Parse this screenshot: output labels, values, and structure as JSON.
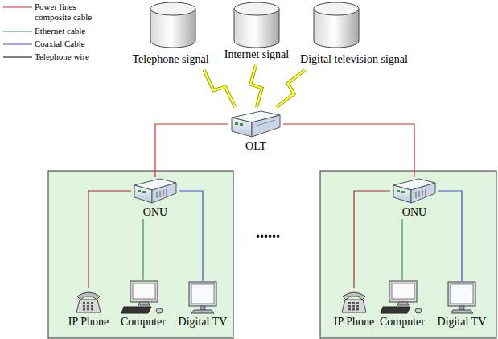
{
  "diagram": {
    "nodes": [
      {
        "text": [
          "Telephone signal"
        ]
      },
      {
        "text": [
          "Internet signal"
        ]
      },
      {
        "text": [
          "Digital television signal"
        ]
      },
      {
        "text": [
          "OLT"
        ]
      },
      {
        "text": [
          "ONU"
        ]
      },
      {
        "text": [
          "IP Phone"
        ]
      },
      {
        "text": [
          "Computer"
        ]
      },
      {
        "text": [
          "Digital TV"
        ]
      },
      {
        "text": [
          "ONU"
        ]
      },
      {
        "text": [
          "IP Phone"
        ]
      },
      {
        "text": [
          "Computer"
        ]
      },
      {
        "text": [
          "Digital TV"
        ]
      }
    ],
    "edges": [
      {
        "from": 0,
        "to": 3,
        "arrow": "none"
      },
      {
        "from": 1,
        "to": 3,
        "arrow": "none"
      },
      {
        "from": 2,
        "to": 3,
        "arrow": "none"
      },
      {
        "from": 3,
        "to": 4,
        "arrow": "none"
      },
      {
        "from": 3,
        "to": 8,
        "arrow": "none"
      },
      {
        "from": 4,
        "to": 5,
        "arrow": "none"
      },
      {
        "from": 4,
        "to": 6,
        "arrow": "none"
      },
      {
        "from": 4,
        "to": 7,
        "arrow": "none"
      },
      {
        "from": 8,
        "to": 9,
        "arrow": "none"
      },
      {
        "from": 8,
        "to": 10,
        "arrow": "none"
      },
      {
        "from": 8,
        "to": 11,
        "arrow": "none"
      }
    ],
    "labels": [
      "......"
    ],
    "legend": [
      {
        "text": "Power lines composite cable"
      },
      {
        "text": "Ethernet cable"
      },
      {
        "text": "Coaxial Cable"
      },
      {
        "text": "Telephone wire"
      }
    ]
  }
}
